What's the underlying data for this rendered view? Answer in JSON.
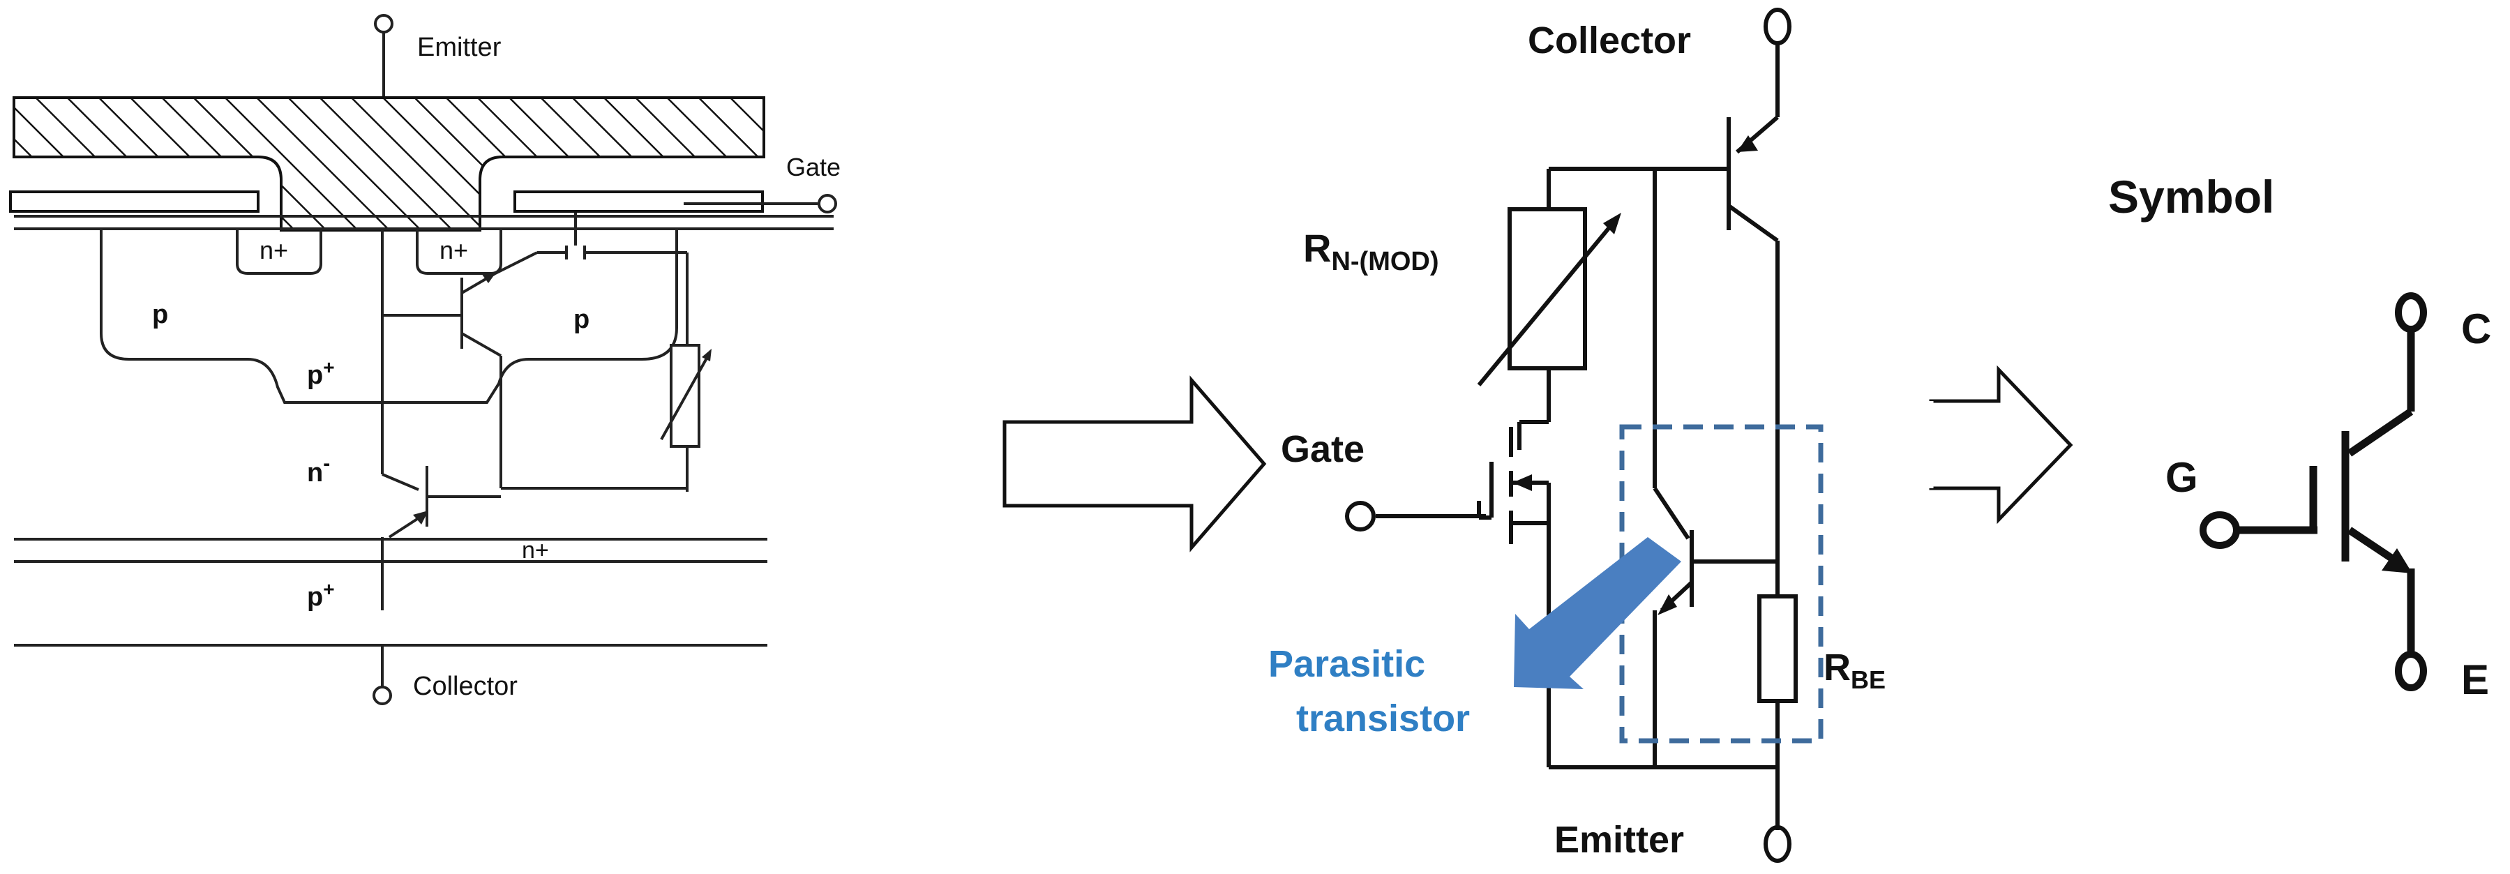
{
  "cross_section": {
    "emitter": "Emitter",
    "gate": "Gate",
    "collector": "Collector",
    "region_n_plus": "n+",
    "region_p": "p",
    "region_p_plus": "p",
    "superscript_plus": "+",
    "region_n_minus": "n",
    "superscript_minus": "-",
    "buffer_n_plus": "n+",
    "substrate_p": "p"
  },
  "equivalent_circuit": {
    "collector": "Collector",
    "emitter": "Emitter",
    "gate": "Gate",
    "resistor_rn_main": "R",
    "resistor_rn_sub": "N-(MOD)",
    "resistor_rbe_main": "R",
    "resistor_rbe_sub": "BE",
    "parasitic_line1": "Parasitic",
    "parasitic_line2": "transistor"
  },
  "symbol": {
    "title": "Symbol",
    "collector": "C",
    "gate": "G",
    "emitter": "E"
  },
  "colors": {
    "parasitic_arrow": "#4a7fc1",
    "dashed_box": "#3e6b9c",
    "parasitic_text": "#2f7fc4"
  }
}
